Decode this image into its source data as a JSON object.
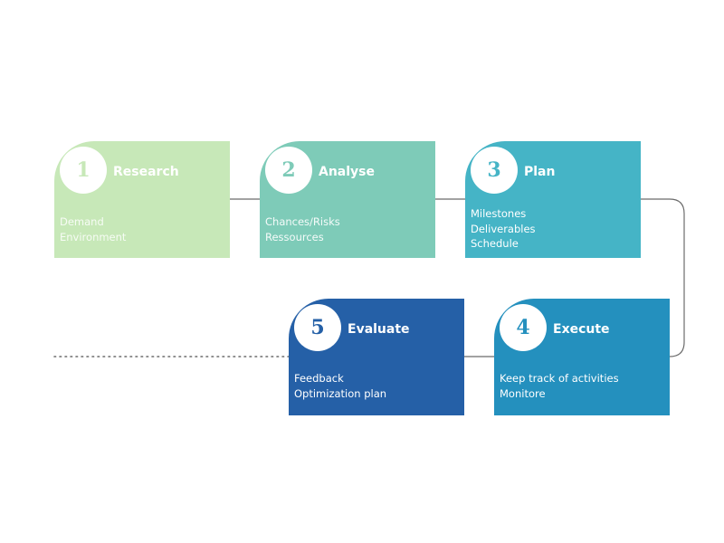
{
  "steps": [
    {
      "number": "1",
      "title": "Research",
      "items": [
        "Demand",
        "Environment"
      ],
      "color": "#c7e8b8"
    },
    {
      "number": "2",
      "title": "Analyse",
      "items": [
        "Chances/Risks",
        "Ressources"
      ],
      "color": "#7ecbb8"
    },
    {
      "number": "3",
      "title": "Plan",
      "items": [
        "Milestones",
        "Deliverables",
        "Schedule"
      ],
      "color": "#45b4c6"
    },
    {
      "number": "4",
      "title": "Execute",
      "items": [
        "Keep track of activities",
        "Monitore"
      ],
      "color": "#2490be"
    },
    {
      "number": "5",
      "title": "Evaluate",
      "items": [
        "Feedback",
        "Optimization plan"
      ],
      "color": "#2560a7"
    }
  ],
  "connector_color": "#6b6b6b"
}
